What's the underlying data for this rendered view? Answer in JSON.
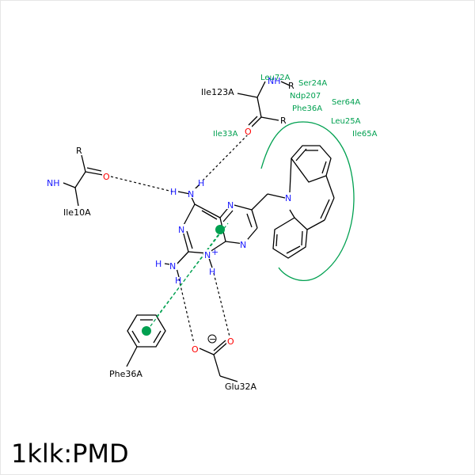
{
  "title": "1klk:PMD",
  "colors": {
    "nitrogen": "#1a1aff",
    "oxygen": "#ff0000",
    "carbon": "#000000",
    "hydrophobic": "#00a050",
    "pi_center": "#00a050"
  },
  "residues": {
    "leu72": "Leu72A",
    "ser24": "Ser24A",
    "ndp207": "Ndp207",
    "ser64": "Ser64A",
    "phe36_hydrophobic": "Phe36A",
    "leu25": "Leu25A",
    "ile65": "Ile65A",
    "ile33": "Ile33A",
    "ile123": "Ile123A",
    "ile10": "Ile10A",
    "phe36": "Phe36A",
    "glu32": "Glu32A"
  },
  "atoms": {
    "N": "N",
    "O": "O",
    "H": "H",
    "NH": "NH",
    "NH_plus": "N",
    "R": "R",
    "plus": "+",
    "minus": "−"
  }
}
